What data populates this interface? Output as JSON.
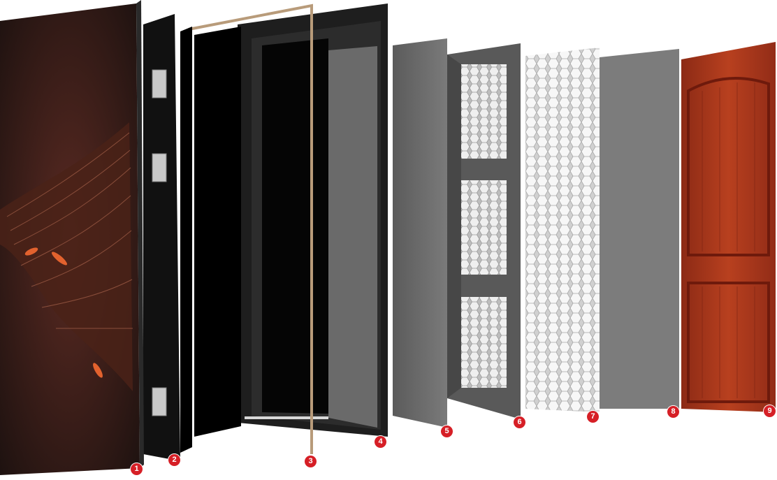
{
  "layers": [
    {
      "id": "1",
      "label": "1",
      "name": "embossed-steel-panel"
    },
    {
      "id": "2",
      "label": "2",
      "name": "hinged-steel-frame"
    },
    {
      "id": "3",
      "label": "3",
      "name": "seal-strip"
    },
    {
      "id": "4",
      "label": "4",
      "name": "inner-frame"
    },
    {
      "id": "5",
      "label": "5",
      "name": "steel-sheet"
    },
    {
      "id": "6",
      "label": "6",
      "name": "reinforcement-frame"
    },
    {
      "id": "7",
      "label": "7",
      "name": "honeycomb-core"
    },
    {
      "id": "8",
      "label": "8",
      "name": "back-sheet"
    },
    {
      "id": "9",
      "label": "9",
      "name": "wood-grain-panel"
    }
  ],
  "colors": {
    "badge": "#d61f26",
    "frame": "#1f1f1f",
    "panel_grey": "#6e6e6e",
    "wood": "#a8321c",
    "embossed": "#3a1f1a",
    "honeycomb": "#d9d9d9"
  }
}
